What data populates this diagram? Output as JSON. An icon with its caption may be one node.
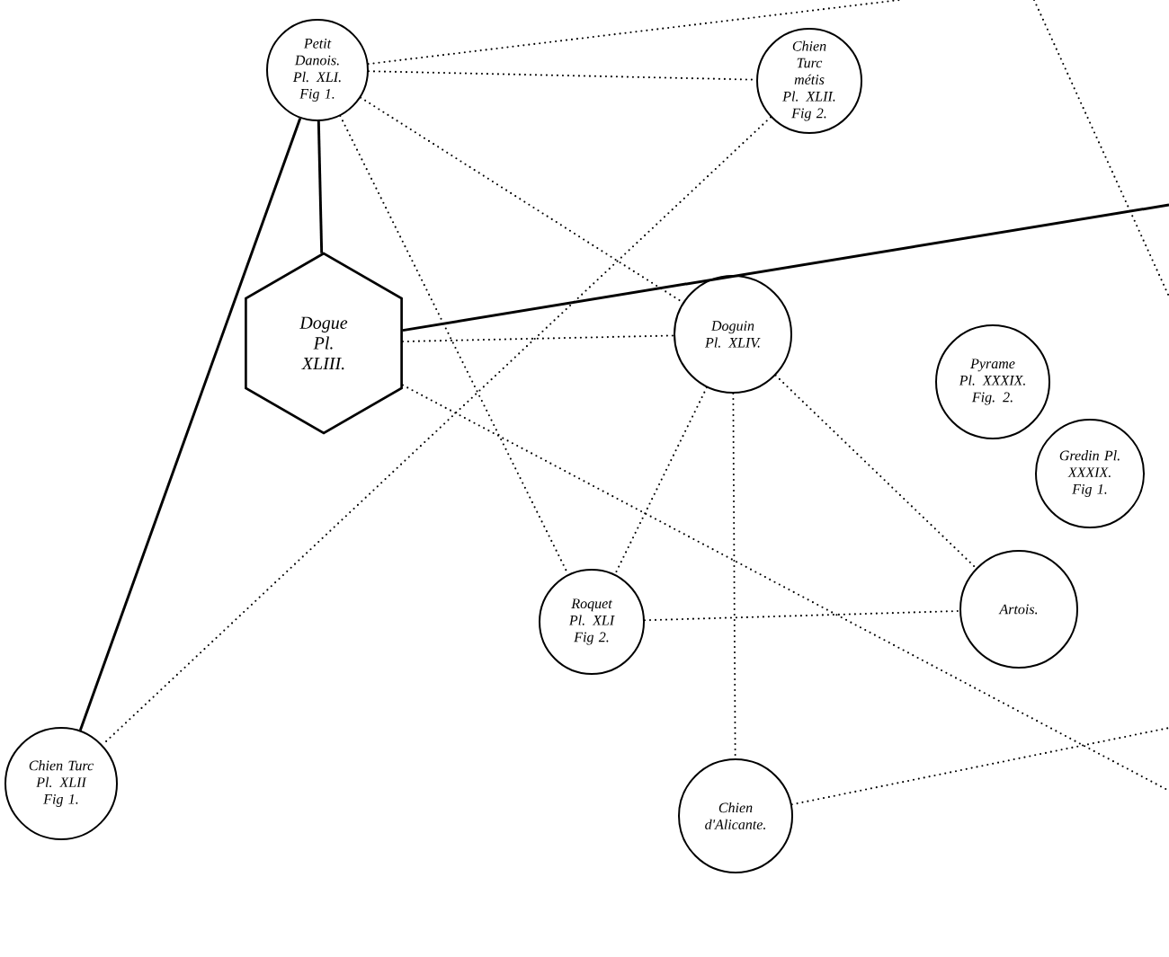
{
  "diagram": {
    "nodes": [
      {
        "text": [
          "Petit Danois. Pl. XLI. Fig 1."
        ]
      },
      {
        "text": [
          "Chien Turc métis Pl. XLII. Fig 2."
        ]
      },
      {
        "text": [
          "Dogue Pl. XLIII."
        ]
      },
      {
        "text": [
          "Doguin Pl. XLIV."
        ]
      },
      {
        "text": [
          "Pyrame Pl. XXXIX. Fig. 2."
        ]
      },
      {
        "text": [
          "Gredin Pl. XXXIX. Fig 1."
        ]
      },
      {
        "text": [
          "Roquet Pl. XLI Fig 2."
        ]
      },
      {
        "text": [
          "Artois."
        ]
      },
      {
        "text": [
          "Chien Turc Pl. XLII Fig 1."
        ]
      },
      {
        "text": [
          "Chien d'Alicante."
        ]
      }
    ],
    "edges": [
      {
        "from": 0,
        "to": 2,
        "arrow": "none"
      },
      {
        "from": 0,
        "to": 8,
        "arrow": "none"
      },
      {
        "from": 2,
        "to": null,
        "arrow": "none"
      },
      {
        "from": 0,
        "to": null,
        "arrow": "none",
        "style": "dashed"
      },
      {
        "from": 0,
        "to": 1,
        "arrow": "none",
        "style": "dashed"
      },
      {
        "from": 0,
        "to": 3,
        "arrow": "none",
        "style": "dashed"
      },
      {
        "from": 0,
        "to": 6,
        "arrow": "none",
        "style": "dashed"
      },
      {
        "from": 1,
        "to": 8,
        "arrow": "none",
        "style": "dashed"
      },
      {
        "from": 2,
        "to": 3,
        "arrow": "none",
        "style": "dashed"
      },
      {
        "from": 2,
        "to": null,
        "arrow": "none",
        "style": "dashed"
      },
      {
        "from": 3,
        "to": 6,
        "arrow": "none",
        "style": "dashed"
      },
      {
        "from": 3,
        "to": 9,
        "arrow": "none",
        "style": "dashed"
      },
      {
        "from": 3,
        "to": 7,
        "arrow": "none",
        "style": "dashed"
      },
      {
        "from": 6,
        "to": 7,
        "arrow": "none",
        "style": "dashed"
      },
      {
        "from": 9,
        "to": null,
        "arrow": "none",
        "style": "dashed"
      }
    ]
  }
}
